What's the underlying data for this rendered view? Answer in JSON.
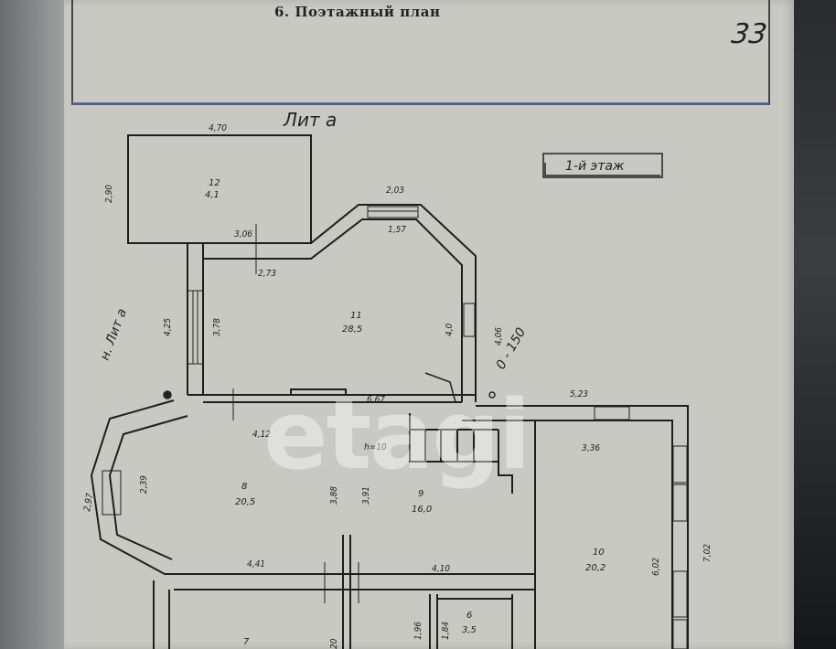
{
  "document": {
    "title": "6. Поэтажный план",
    "page_number": "33",
    "liter": "Лит а",
    "stamp_text": "1-й этаж",
    "watermark": "etagi"
  },
  "handwritten": {
    "left_note": "н. Лит а",
    "right_note": "0 - 150"
  },
  "rooms": [
    {
      "no": "12",
      "area": "4,1"
    },
    {
      "no": "11",
      "area": "28,5"
    },
    {
      "no": "8",
      "area": "20,5"
    },
    {
      "no": "9",
      "area": "16,0"
    },
    {
      "no": "10",
      "area": "20,2"
    },
    {
      "no": "6",
      "area": "3,5"
    },
    {
      "no": "7",
      "area": ""
    }
  ],
  "dimensions": {
    "d470": "4,70",
    "d290": "2,90",
    "d306": "3,06",
    "d273": "2,73",
    "d203": "2,03",
    "d157": "1,57",
    "d425": "4,25",
    "d378": "3,78",
    "d40": "4,0",
    "d406": "4,06",
    "d667": "6,67",
    "d523": "5,23",
    "d412": "4,12",
    "h10": "h=10",
    "d336": "3,36",
    "d297": "2,97",
    "d239": "2,39",
    "d388": "3,88",
    "d391": "3,91",
    "d441": "4,41",
    "d410": "4,10",
    "d602": "6,02",
    "d702": "7,02",
    "d196": "1,96",
    "d184": "1,84",
    "d20": "20"
  }
}
